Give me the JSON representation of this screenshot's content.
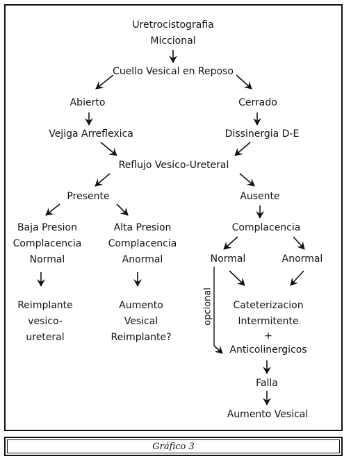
{
  "nodes": {
    "root_line1": "Uretrocistografia",
    "root_line2": "Miccional",
    "cuello": "Cuello Vesical en Reposo",
    "abierto": "Abierto",
    "cerrado": "Cerrado",
    "vejiga": "Vejiga Arreflexica",
    "dissinergia": "Dissinergia D-E",
    "reflujo": "Reflujo Vesico-Ureteral",
    "presente": "Presente",
    "ausente": "Ausente",
    "baja_line1": "Baja Presion",
    "baja_line2": "Complacencia",
    "baja_line3": "Normal",
    "alta_line1": "Alta Presion",
    "alta_line2": "Complacencia",
    "alta_line3": "Anormal",
    "complacencia": "Complacencia",
    "normal": "Normal",
    "anormal": "Anormal",
    "reimplante_line1": "Reimplante",
    "reimplante_line2": "vesico-",
    "reimplante_line3": "ureteral",
    "aumento_line1": "Aumento",
    "aumento_line2": "Vesical",
    "aumento_line3": "Reimplante?",
    "cateter_line1": "Cateterizacion",
    "cateter_line2": "Intermitente",
    "cateter_line3": "+",
    "cateter_line4": "Anticolinergicos",
    "falla": "Falla",
    "aumento_final": "Aumento Vesical",
    "opcional": "opcional"
  },
  "caption": "Gráfico 3"
}
